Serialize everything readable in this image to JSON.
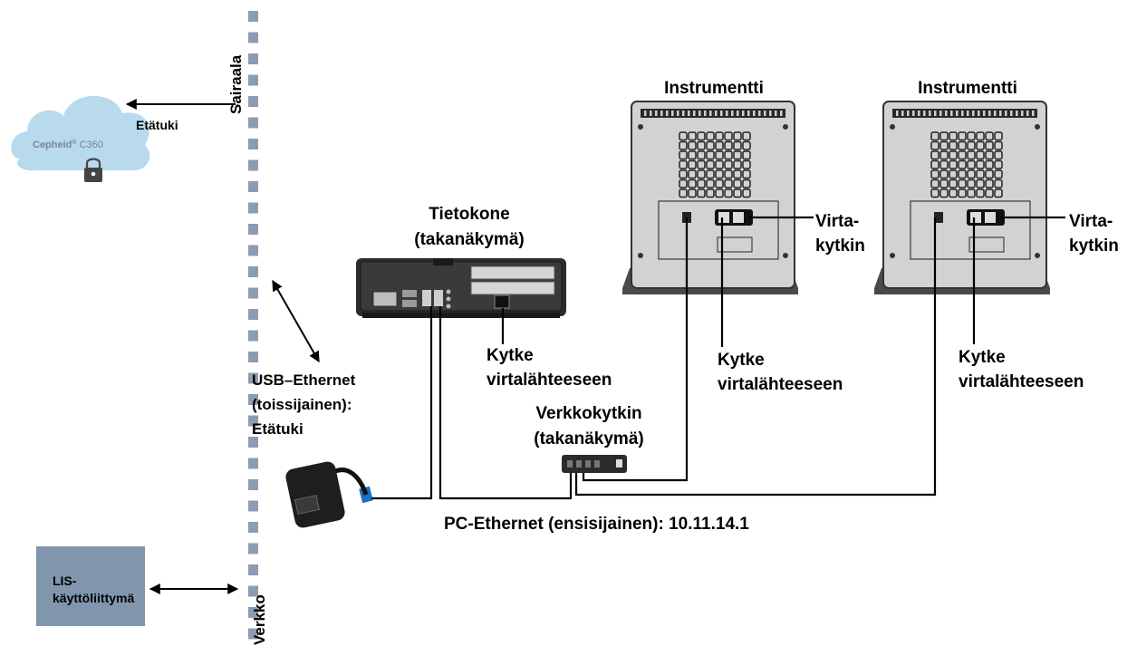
{
  "zones": {
    "hospital": "Sairaala",
    "network": "Verkko"
  },
  "cloud": {
    "brand": "Cepheid",
    "registered": "®",
    "product": "C360"
  },
  "remote_support_label": "Etätuki",
  "computer": {
    "line1": "Tietokone",
    "line2": "(takanäkymä)"
  },
  "instrument_left": {
    "title": "Instrumentti",
    "switch_line1": "Virta-",
    "switch_line2": "kytkin"
  },
  "instrument_right": {
    "title": "Instrumentti",
    "switch_line1": "Virta-",
    "switch_line2": "kytkin"
  },
  "power_labels": {
    "computer": {
      "line1": "Kytke",
      "line2": "virtalähteeseen"
    },
    "instrument_left": {
      "line1": "Kytke",
      "line2": "virtalähteeseen"
    },
    "instrument_right": {
      "line1": "Kytke",
      "line2": "virtalähteeseen"
    }
  },
  "network_switch": {
    "line1": "Verkkokytkin",
    "line2": "(takanäkymä)"
  },
  "usb_ethernet": {
    "line1": "USB–Ethernet",
    "line2": "(toissijainen):",
    "line3": "Etätuki"
  },
  "pc_ethernet": "PC-Ethernet (ensisijainen): 10.11.14.1",
  "lis": {
    "line1": "LIS-",
    "line2": "käyttöliittymä"
  },
  "colors": {
    "cloud": "#b9d9ec",
    "lis_box": "#8195ad",
    "dashed_separator": "#8c9cb1",
    "cloud_brand_text": "#7a8794"
  }
}
